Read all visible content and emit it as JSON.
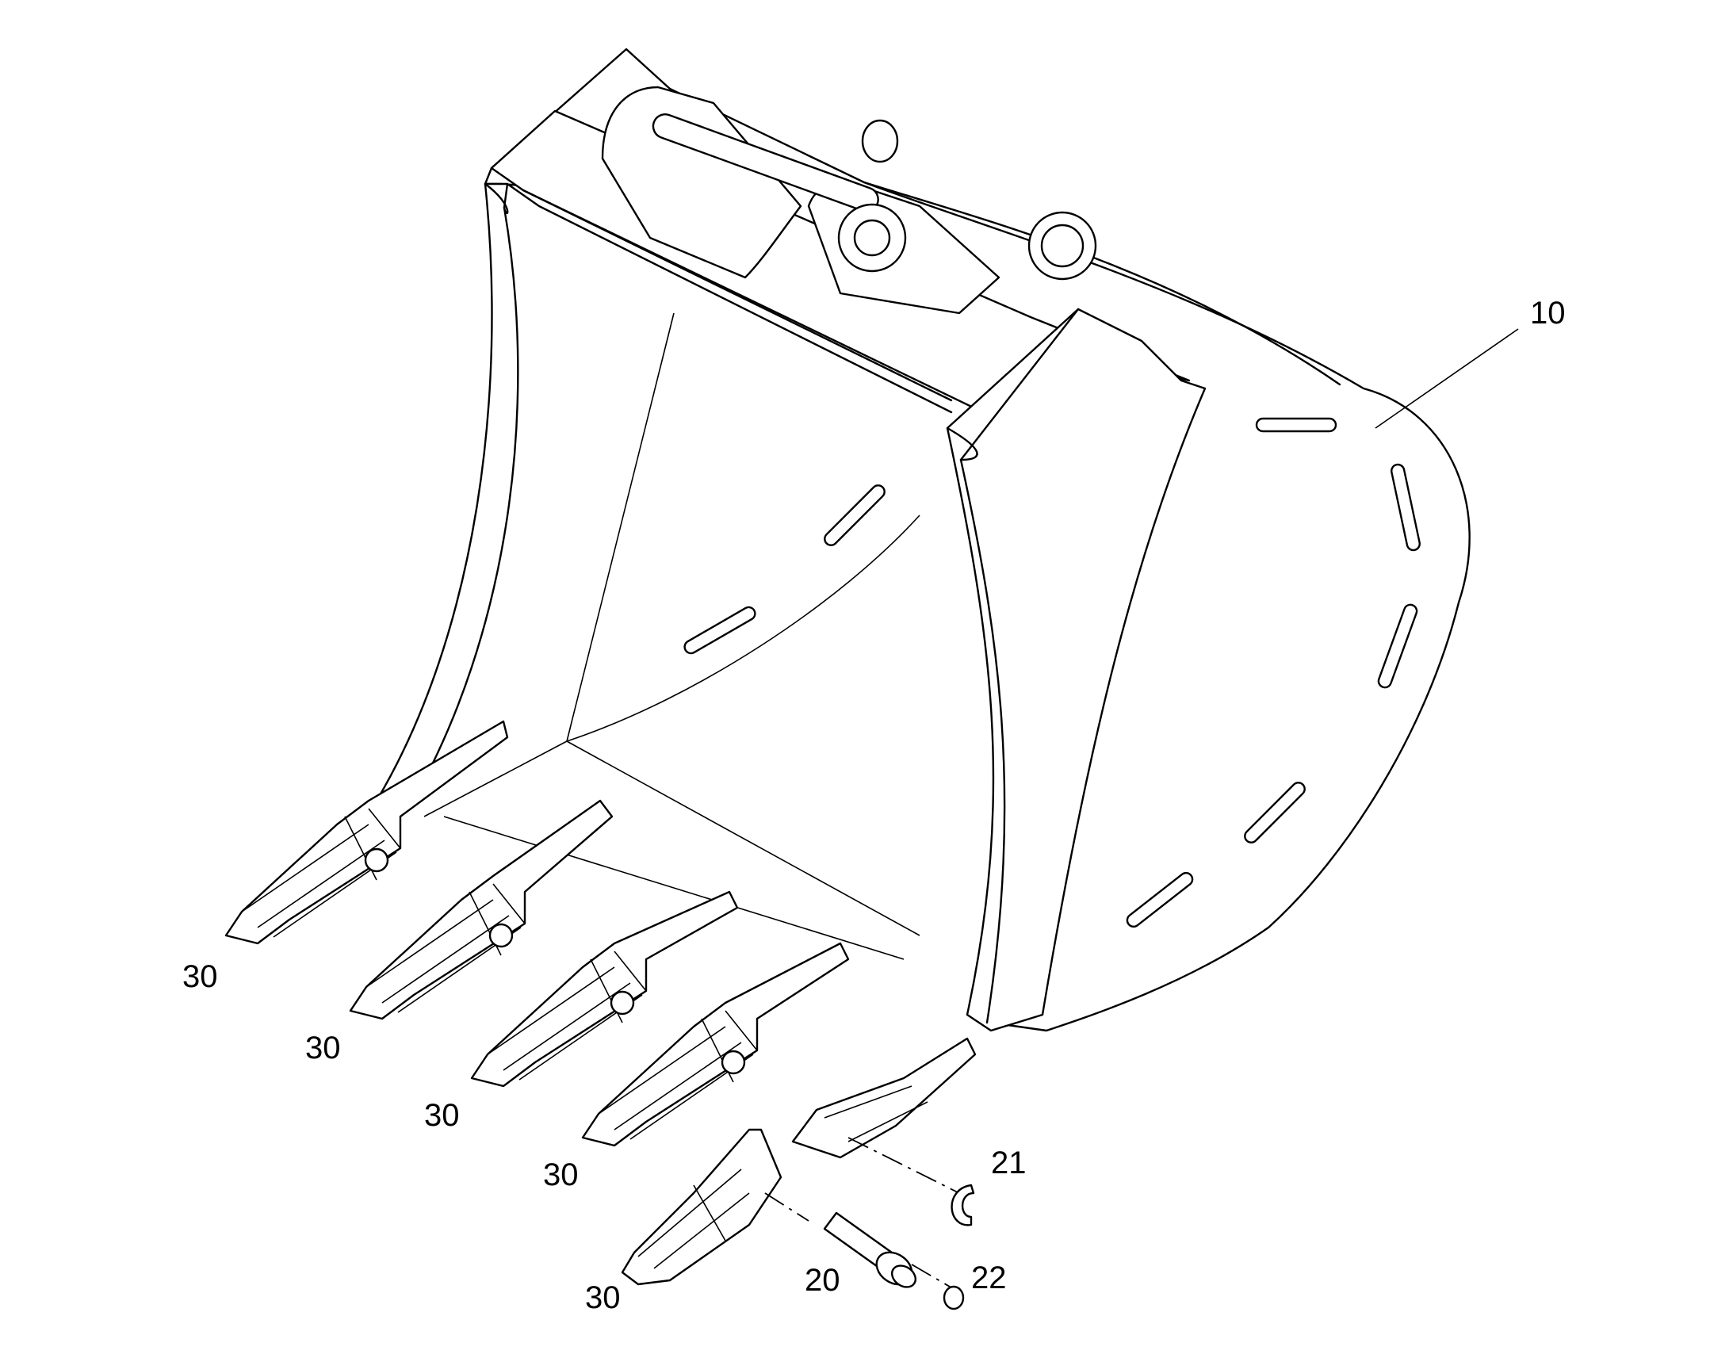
{
  "diagram": {
    "callouts": [
      {
        "id": "10",
        "label": "10"
      },
      {
        "id": "21",
        "label": "21"
      },
      {
        "id": "22",
        "label": "22"
      },
      {
        "id": "20",
        "label": "20"
      },
      {
        "id": "30a",
        "label": "30"
      },
      {
        "id": "30b",
        "label": "30"
      },
      {
        "id": "30c",
        "label": "30"
      },
      {
        "id": "30d",
        "label": "30"
      },
      {
        "id": "30e",
        "label": "30"
      }
    ]
  }
}
